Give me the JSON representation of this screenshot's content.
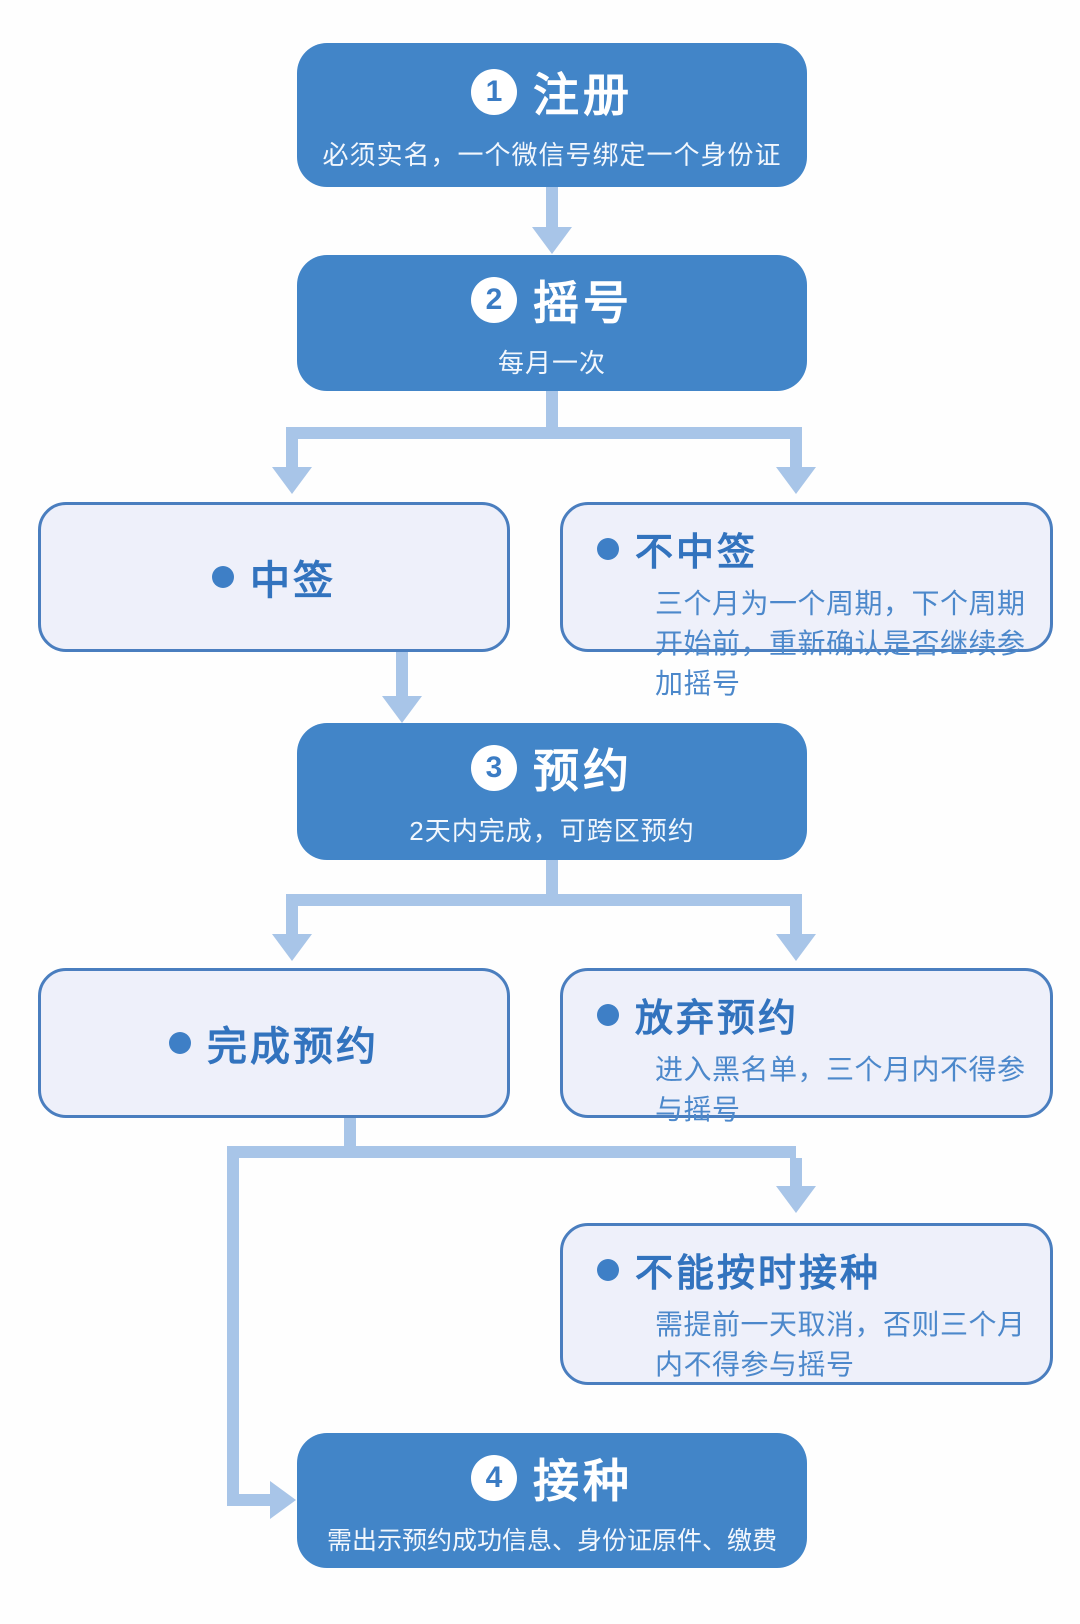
{
  "flow": {
    "step1": {
      "num": "1",
      "title": "注册",
      "subtitle": "必须实名，一个微信号绑定一个身份证"
    },
    "step2": {
      "num": "2",
      "title": "摇号",
      "subtitle": "每月一次"
    },
    "win": {
      "title": "中签"
    },
    "lose": {
      "title": "不中签",
      "desc": "三个月为一个周期，下个周期开始前，重新确认是否继续参加摇号"
    },
    "step3": {
      "num": "3",
      "title": "预约",
      "subtitle": "2天内完成，可跨区预约"
    },
    "complete": {
      "title": "完成预约"
    },
    "abandon": {
      "title": "放弃预约",
      "desc": "进入黑名单，三个月内不得参与摇号"
    },
    "miss": {
      "title": "不能按时接种",
      "desc": "需提前一天取消，否则三个月内不得参与摇号"
    },
    "step4": {
      "num": "4",
      "title": "接种",
      "subtitle": "需出示预约成功信息、身份证原件、缴费"
    }
  },
  "colors": {
    "step_box_blue": "#4285c8",
    "light_box_fill": "#eef0fa",
    "light_box_border": "#4a7ebf",
    "title_text_blue": "#3273be",
    "body_text_blue": "#4c88cb",
    "connector_blue": "#a8c5e8",
    "step_text_white": "#ffffff"
  }
}
